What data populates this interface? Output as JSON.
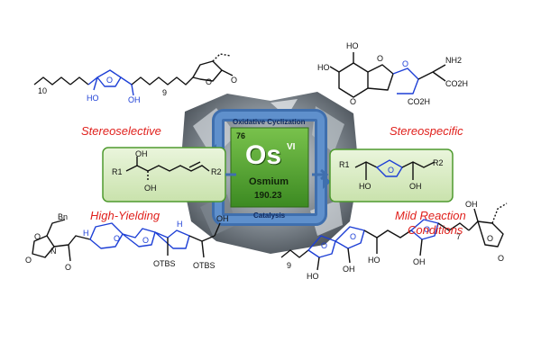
{
  "labels": {
    "stereoselective": "Stereoselective",
    "stereospecific": "Stereospecific",
    "high_yielding": "High-Yielding",
    "mild_line1": "Mild Reaction",
    "mild_line2": "Conditions"
  },
  "center": {
    "top_caption": "Oxidative Cyclization",
    "bottom_caption": "Catalysis",
    "atomic_number": "76",
    "symbol": "Os",
    "oxidation_state": "VI",
    "name": "Osmium",
    "mass": "190.23"
  },
  "molecules": {
    "top_left": {
      "sub_10": "10",
      "sub_9": "9",
      "ho": "HO",
      "o": "O",
      "oh": "OH",
      "o2": "O",
      "o3": "O"
    },
    "top_right": {
      "ho1": "HO",
      "ho2": "HO",
      "o1": "O",
      "o2": "O",
      "o3": "O",
      "nh2": "NH2",
      "co2h1": "CO2H",
      "co2h2": "CO2H"
    },
    "box_left": {
      "r1": "R1",
      "r2": "R2",
      "oh1": "OH",
      "oh2": "OH"
    },
    "box_right": {
      "r1": "R1",
      "r2": "R2",
      "ho": "HO",
      "oh": "OH",
      "o": "O"
    },
    "bottom_left": {
      "bn": "Bn",
      "o1": "O",
      "n": "N",
      "o2": "O",
      "o3": "O",
      "h1": "H",
      "h2": "H",
      "o4": "O",
      "o5": "O",
      "oh": "OH",
      "otbs1": "OTBS",
      "otbs2": "OTBS"
    },
    "bottom_right": {
      "sub_9": "9",
      "sub_7": "7",
      "o1": "O",
      "o2": "O",
      "o3": "O",
      "o4": "O",
      "o5": "O",
      "ho1": "HO",
      "oh1": "OH",
      "ho2": "HO",
      "oh2": "OH",
      "oh3": "OH"
    }
  },
  "colors": {
    "accent_red": "#e0211d",
    "blue": "#1d3fd6",
    "tile_green": "#4e9a2e",
    "box_green": "#d8ecc4",
    "frame_blue": "#3f6fae"
  }
}
